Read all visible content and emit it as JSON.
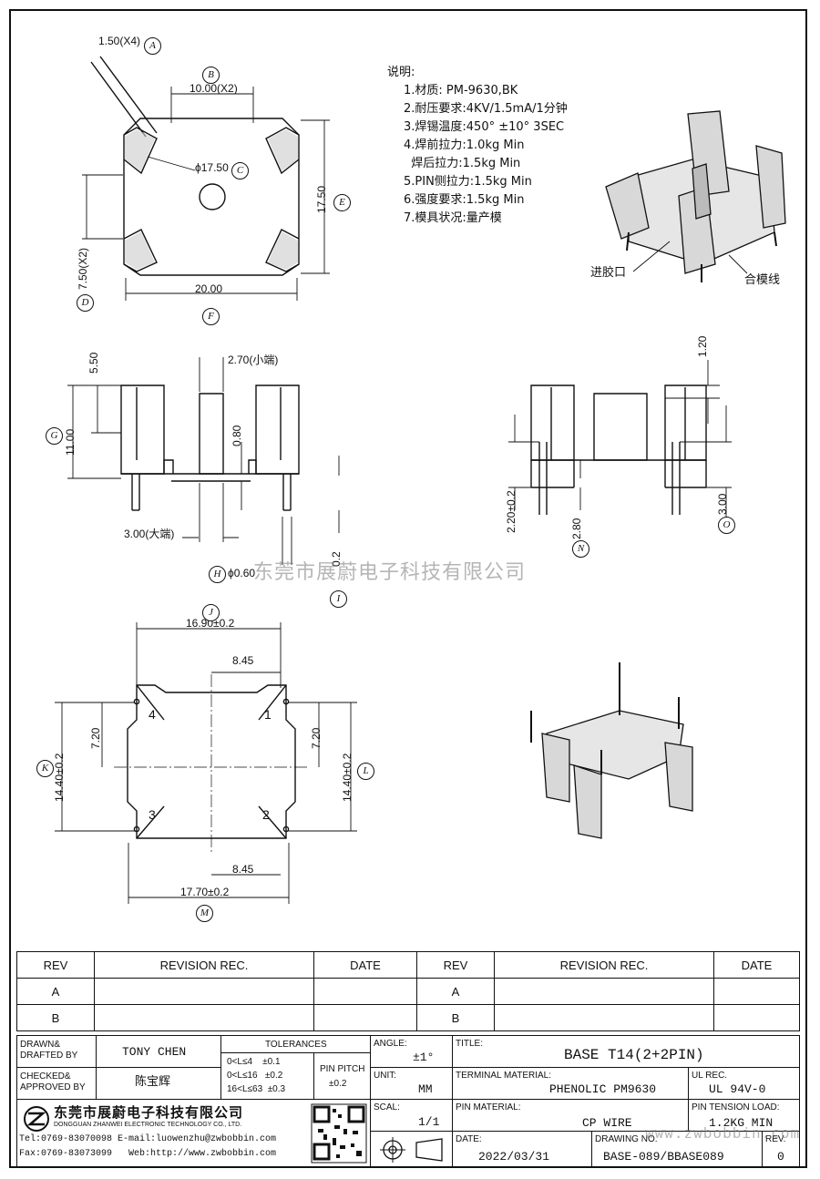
{
  "notes": {
    "heading": "说明:",
    "items": [
      "1.材质: PM-9630,BK",
      "2.耐压要求:4KV/1.5mA/1分钟",
      "3.焊锡温度:450° ±10°  3SEC",
      "4.焊前拉力:1.0kg Min",
      "  焊后拉力:1.5kg Min",
      "5.PIN侧拉力:1.5kg Min",
      "6.强度要求:1.5kg Min",
      "7.模具状况:量产模"
    ]
  },
  "iso_labels": {
    "gate": "进胶口",
    "parting": "合模线"
  },
  "dims": {
    "a": "1.50(X4)",
    "b": "10.00(X2)",
    "c": "ϕ17.50",
    "d": "7.50(X2)",
    "e": "17.50",
    "f": "20.00",
    "g": "11.00",
    "g2": "5.50",
    "tip": "2.70(小端)",
    "h080": "0.80",
    "big": "3.00(大端)",
    "h": "ϕ0.60",
    "i": "0.2",
    "r120": "1.20",
    "n": "2.80",
    "p220": "2.20±0.2",
    "o": "3.00",
    "j": "16.90±0.2",
    "j2": "8.45",
    "k1": "7.20",
    "k": "14.40±0.2",
    "l1": "7.20",
    "l": "14.40±0.2",
    "m2": "8.45",
    "m": "17.70±0.2"
  },
  "circles": [
    "A",
    "B",
    "C",
    "D",
    "E",
    "F",
    "G",
    "H",
    "I",
    "J",
    "K",
    "L",
    "M",
    "N",
    "O"
  ],
  "pins": [
    "1",
    "2",
    "3",
    "4"
  ],
  "watermark": "东莞市展蔚电子科技有限公司",
  "revision": {
    "headers": [
      "REV",
      "REVISION REC.",
      "DATE",
      "REV",
      "REVISION REC.",
      "DATE"
    ],
    "rows": [
      [
        "A",
        "",
        "",
        "A",
        "",
        ""
      ],
      [
        "B",
        "",
        "",
        "B",
        "",
        ""
      ]
    ]
  },
  "title_block": {
    "drawn_label": "DRAWN&\nDRAFTED BY",
    "drawn_value": "TONY CHEN",
    "checked_label": "CHECKED&\nAPPROVED BY",
    "checked_value": "陈宝辉",
    "tol_label": "TOLERANCES",
    "tol_rows": [
      "0<L≤4    ±0.1",
      "0<L≤16   ±0.2",
      "16<L≤63  ±0.3"
    ],
    "pin_pitch_label": "PIN PITCH",
    "pin_pitch_value": "±0.2",
    "angle_label": "ANGLE:",
    "angle_value": "±1°",
    "unit_label": "UNIT:",
    "unit_value": "MM",
    "scale_label": "SCAL:",
    "scale_value": "1/1",
    "title_label": "TITLE:",
    "title_value": "BASE T14(2+2PIN)",
    "terminal_label": "TERMINAL MATERIAL:",
    "terminal_value": "PHENOLIC PM9630",
    "ul_label": "UL REC.",
    "ul_value": "UL 94V-0",
    "pin_mat_label": "PIN MATERIAL:",
    "pin_mat_value": "CP WIRE",
    "tension_label": "PIN TENSION LOAD:",
    "tension_value": "1.2KG MIN",
    "date_label": "DATE:",
    "date_value": "2022/03/31",
    "dwg_label": "DRAWING NO.",
    "dwg_value": "BASE-089/BBASE089",
    "rev_label": "REV.",
    "rev_value": "0",
    "company_cn": "东莞市展蔚电子科技有限公司",
    "company_en": "DONGGUAN ZHANWEI ELECTRONIC TECHNOLOGY CO., LTD.",
    "tel": "Tel:0769-83070098 E-mail:luowenzhu@zwbobbin.com",
    "fax": "Fax:0769-83073099   Web:http://www.zwbobbin.com",
    "wm_url": "www.zwbobbin.com"
  }
}
